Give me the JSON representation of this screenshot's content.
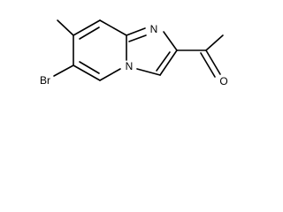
{
  "molecule": {
    "atoms": {
      "n_imine": "N",
      "n_bridge": "N",
      "bromine": "Br",
      "oxygen": "O"
    }
  },
  "colors": {
    "bond": "#000000",
    "label": "#000000",
    "background": "#ffffff"
  }
}
